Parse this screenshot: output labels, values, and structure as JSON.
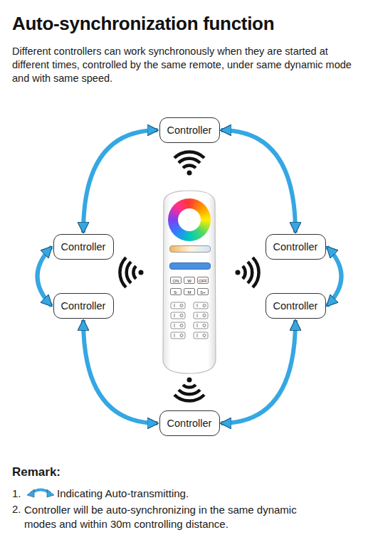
{
  "diagram": {
    "title": "Auto-synchronization function",
    "nodes": [
      {
        "text": [
          "Controller"
        ]
      },
      {
        "text": [
          "Controller"
        ]
      },
      {
        "text": [
          "Controller"
        ]
      },
      {
        "text": [
          "Controller"
        ]
      },
      {
        "text": [
          "Controller"
        ]
      },
      {
        "text": [
          "Controller"
        ]
      }
    ],
    "edges": [
      {
        "from": 0,
        "to": 1,
        "arrow": "both"
      },
      {
        "from": 0,
        "to": 2,
        "arrow": "both"
      },
      {
        "from": 1,
        "to": 3,
        "arrow": "both"
      },
      {
        "from": 2,
        "to": 4,
        "arrow": "both"
      },
      {
        "from": 3,
        "to": 5,
        "arrow": "both"
      },
      {
        "from": 4,
        "to": 5,
        "arrow": "both"
      }
    ],
    "labels": [
      "Different controllers can work synchronously when they are started at different times, controlled by the same remote, under same dynamic mode and with same speed.",
      "ON",
      "W",
      "OFF",
      "S-",
      "M",
      "S+",
      "Remark:",
      "1.",
      "Indicating Auto-transmitting.",
      "2.",
      "Controller will be auto-synchronizing in the same dynamic modes and within 30m controlling distance."
    ]
  }
}
